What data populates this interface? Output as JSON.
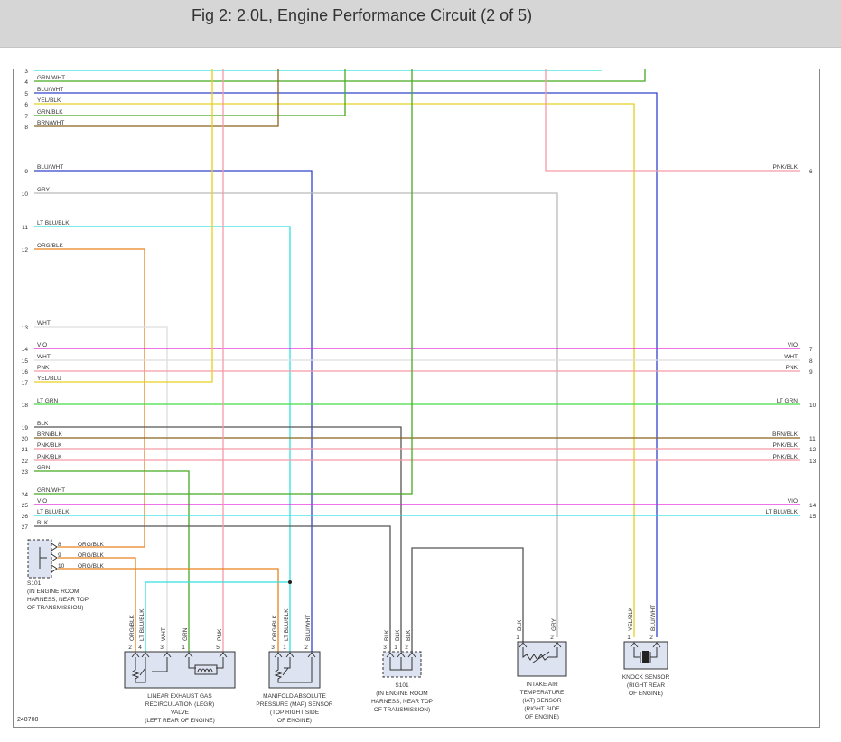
{
  "header": {
    "title": "Fig 2: 2.0L, Engine Performance Circuit (2 of 5)"
  },
  "figure_id": "248708",
  "colors": {
    "CYAN": "#33e0e0",
    "GRN": "#44aa22",
    "BLU": "#3344cc",
    "YEL": "#e6d020",
    "BRN": "#8a6420",
    "ORG": "#e8821e",
    "PNK": "#f59aa8",
    "GRY": "#bbbbbb",
    "WHT": "#dddddd",
    "VIO": "#e020d8",
    "LTGRN": "#44dd44",
    "BLK": "#555555"
  },
  "left_wires": [
    {
      "num": "3",
      "label": ""
    },
    {
      "num": "4",
      "label": "GRN/WHT"
    },
    {
      "num": "5",
      "label": "BLU/WHT"
    },
    {
      "num": "6",
      "label": "YEL/BLK"
    },
    {
      "num": "7",
      "label": "GRN/BLK"
    },
    {
      "num": "8",
      "label": "BRN/WHT"
    },
    {
      "num": "9",
      "label": "BLU/WHT"
    },
    {
      "num": "10",
      "label": "GRY"
    },
    {
      "num": "11",
      "label": "LT BLU/BLK"
    },
    {
      "num": "12",
      "label": "ORG/BLK"
    },
    {
      "num": "13",
      "label": "WHT"
    },
    {
      "num": "14",
      "label": "VIO"
    },
    {
      "num": "15",
      "label": "WHT"
    },
    {
      "num": "16",
      "label": "PNK"
    },
    {
      "num": "17",
      "label": "YEL/BLU"
    },
    {
      "num": "18",
      "label": "LT GRN"
    },
    {
      "num": "19",
      "label": "BLK"
    },
    {
      "num": "20",
      "label": "BRN/BLK"
    },
    {
      "num": "21",
      "label": "PNK/BLK"
    },
    {
      "num": "22",
      "label": "PNK/BLK"
    },
    {
      "num": "23",
      "label": "GRN"
    },
    {
      "num": "24",
      "label": "GRN/WHT"
    },
    {
      "num": "25",
      "label": "VIO"
    },
    {
      "num": "26",
      "label": "LT BLU/BLK"
    },
    {
      "num": "27",
      "label": "BLK"
    }
  ],
  "right_wires": [
    {
      "num": "6",
      "label": "PNK/BLK"
    },
    {
      "num": "7",
      "label": "VIO"
    },
    {
      "num": "8",
      "label": "WHT"
    },
    {
      "num": "9",
      "label": "PNK"
    },
    {
      "num": "10",
      "label": "LT GRN"
    },
    {
      "num": "11",
      "label": "BRN/BLK"
    },
    {
      "num": "12",
      "label": "PNK/BLK"
    },
    {
      "num": "13",
      "label": "PNK/BLK"
    },
    {
      "num": "14",
      "label": "VIO"
    },
    {
      "num": "15",
      "label": "LT BLU/BLK"
    }
  ],
  "s101_left": {
    "pins": [
      {
        "num": "8",
        "label": "ORG/BLK"
      },
      {
        "num": "9",
        "label": "ORG/BLK"
      },
      {
        "num": "10",
        "label": "ORG/BLK"
      }
    ],
    "caption": [
      "S101",
      "(IN ENGINE ROOM",
      "HARNESS, NEAR TOP",
      "OF TRANSMISSION)"
    ]
  },
  "components": {
    "legr": {
      "pins": [
        {
          "num": "2",
          "label": "ORG/BLK"
        },
        {
          "num": "4",
          "label": "LT BLU/BLK"
        },
        {
          "num": "3",
          "label": "WHT"
        },
        {
          "num": "1",
          "label": "GRN"
        },
        {
          "num": "5",
          "label": "PNK"
        }
      ],
      "caption": [
        "LINEAR EXHAUST GAS",
        "RECIRCULATION (LEGR)",
        "VALVE",
        "(LEFT REAR OF ENGINE)"
      ]
    },
    "map": {
      "pins": [
        {
          "num": "3",
          "label": "ORG/BLK"
        },
        {
          "num": "1",
          "label": "LT BLU/BLK"
        },
        {
          "num": "2",
          "label": "BLU/WHT"
        }
      ],
      "caption": [
        "MANIFOLD ABSOLUTE",
        "PRESSURE (MAP) SENSOR",
        "(TOP RIGHT SIDE",
        "OF ENGINE)"
      ]
    },
    "s101_right": {
      "pins": [
        {
          "num": "3",
          "label": "BLK"
        },
        {
          "num": "1",
          "label": "BLK"
        },
        {
          "num": "2",
          "label": "BLK"
        }
      ],
      "caption": [
        "S101",
        "(IN ENGINE ROOM",
        "HARNESS, NEAR TOP",
        "OF TRANSMISSION)"
      ]
    },
    "iat": {
      "pins": [
        {
          "num": "1",
          "label": "BLK"
        },
        {
          "num": "2",
          "label": "GRY"
        }
      ],
      "caption": [
        "INTAKE AIR",
        "TEMPERATURE",
        "(IAT) SENSOR",
        "(RIGHT SIDE",
        "OF ENGINE)"
      ]
    },
    "knock": {
      "pins": [
        {
          "num": "1",
          "label": "YEL/BLK"
        },
        {
          "num": "2",
          "label": "BLU/WHT"
        }
      ],
      "caption": [
        "KNOCK SENSOR",
        "(RIGHT REAR",
        "OF ENGINE)"
      ]
    }
  }
}
